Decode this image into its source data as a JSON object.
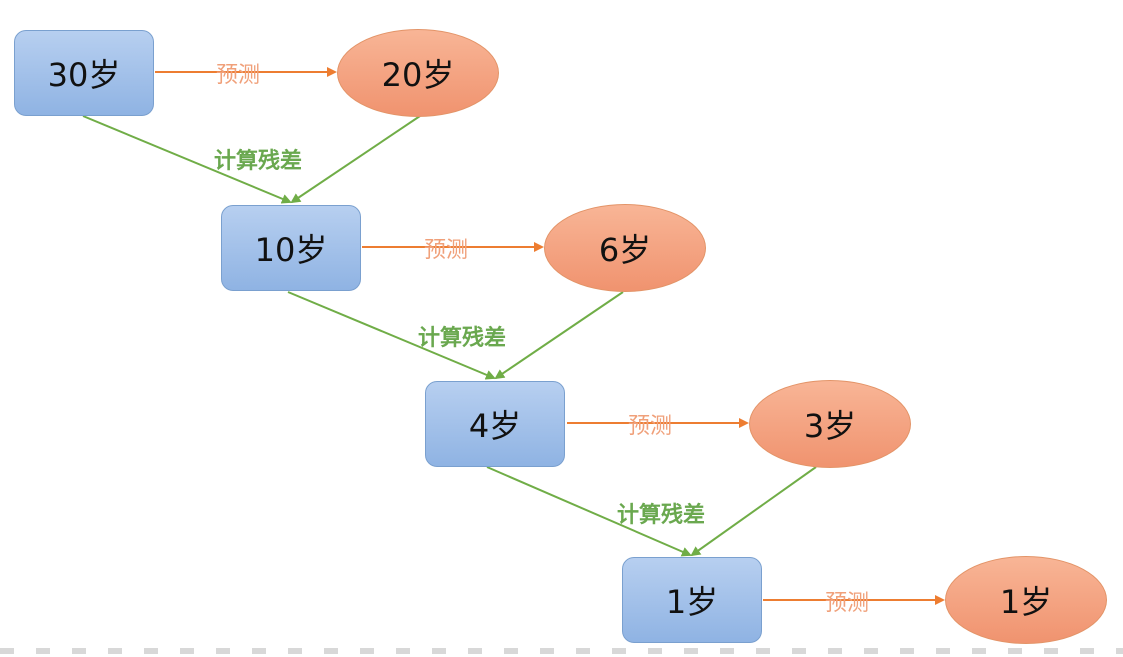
{
  "colors": {
    "arrow_predict": "#ed7d31",
    "arrow_residual": "#70ad47",
    "label_predict": "#f0a07a",
    "label_residual": "#6aa84f"
  },
  "stages": [
    {
      "actual": "30岁",
      "predicted": "20岁",
      "predict_label": "预测",
      "residual_label": "计算残差"
    },
    {
      "actual": "10岁",
      "predicted": "6岁",
      "predict_label": "预测",
      "residual_label": "计算残差"
    },
    {
      "actual": "4岁",
      "predicted": "3岁",
      "predict_label": "预测",
      "residual_label": "计算残差"
    },
    {
      "actual": "1岁",
      "predicted": "1岁",
      "predict_label": "预测"
    }
  ]
}
